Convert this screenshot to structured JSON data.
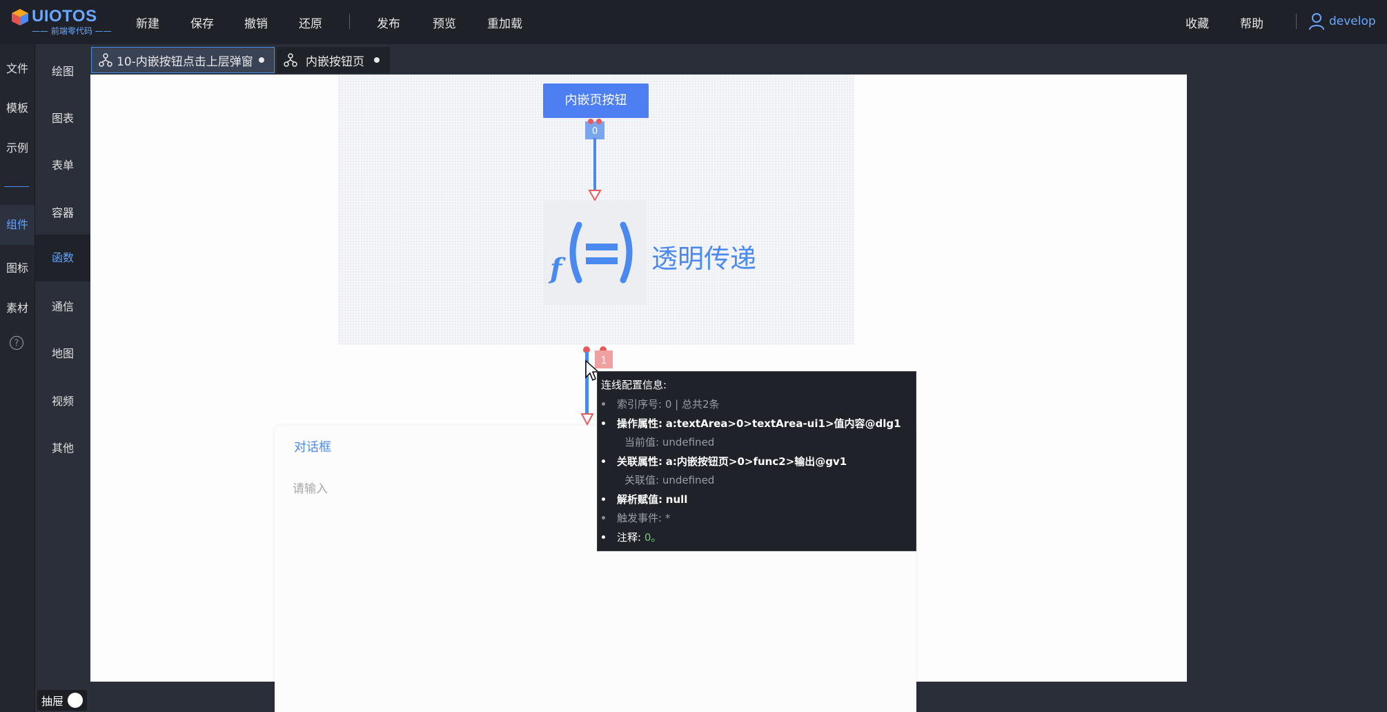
{
  "logo": {
    "name": "UIOTOS",
    "subtitle": "—— 前端零代码 ——"
  },
  "topmenu": {
    "left": [
      "新建",
      "保存",
      "撤销",
      "还原"
    ],
    "middle": [
      "发布",
      "预览",
      "重加载"
    ],
    "right": [
      "收藏",
      "帮助"
    ],
    "user": "develop"
  },
  "sidebar1": {
    "items": [
      "文件",
      "模板",
      "示例",
      "组件",
      "图标",
      "素材"
    ],
    "active": "组件",
    "help_icon": "question-circle-icon"
  },
  "sidebar2": {
    "items": [
      "绘图",
      "图表",
      "表单",
      "容器",
      "函数",
      "通信",
      "地图",
      "视频",
      "其他"
    ],
    "active": "函数"
  },
  "tabs": [
    {
      "label": "10-内嵌按钮点击上层弹窗",
      "icon": "node-tree-icon",
      "active": true
    },
    {
      "label": "内嵌按钮页",
      "icon": "node-tree-icon",
      "active": false
    }
  ],
  "canvas": {
    "inner_button": "内嵌页按钮",
    "connector_top_index": "0",
    "function_label": "透明传递",
    "connector_bottom_index": "1"
  },
  "dialog": {
    "title": "对话框",
    "placeholder": "请输入"
  },
  "tooltip": {
    "title": "连线配置信息:",
    "index_label": "索引序号:",
    "index_value": "0 | 总共2条",
    "op_label": "操作属性:",
    "op_value": "a:textArea>0>textArea-ui1>值内容@dlg1",
    "current_label": "当前值:",
    "current_value": "undefined",
    "rel_label": "关联属性:",
    "rel_value": "a:内嵌按钮页>0>func2>输出@gv1",
    "relval_label": "关联值:",
    "relval_value": "undefined",
    "parse_label": "解析赋值:",
    "parse_value": "null",
    "trigger_label": "触发事件:",
    "trigger_value": "*",
    "note_label": "注释:",
    "note_value": "0。"
  },
  "drawer": {
    "label": "抽屉"
  },
  "colors": {
    "accent": "#4d7ef2",
    "connector": "#4a8af0",
    "arrow": "#e85a5a"
  }
}
